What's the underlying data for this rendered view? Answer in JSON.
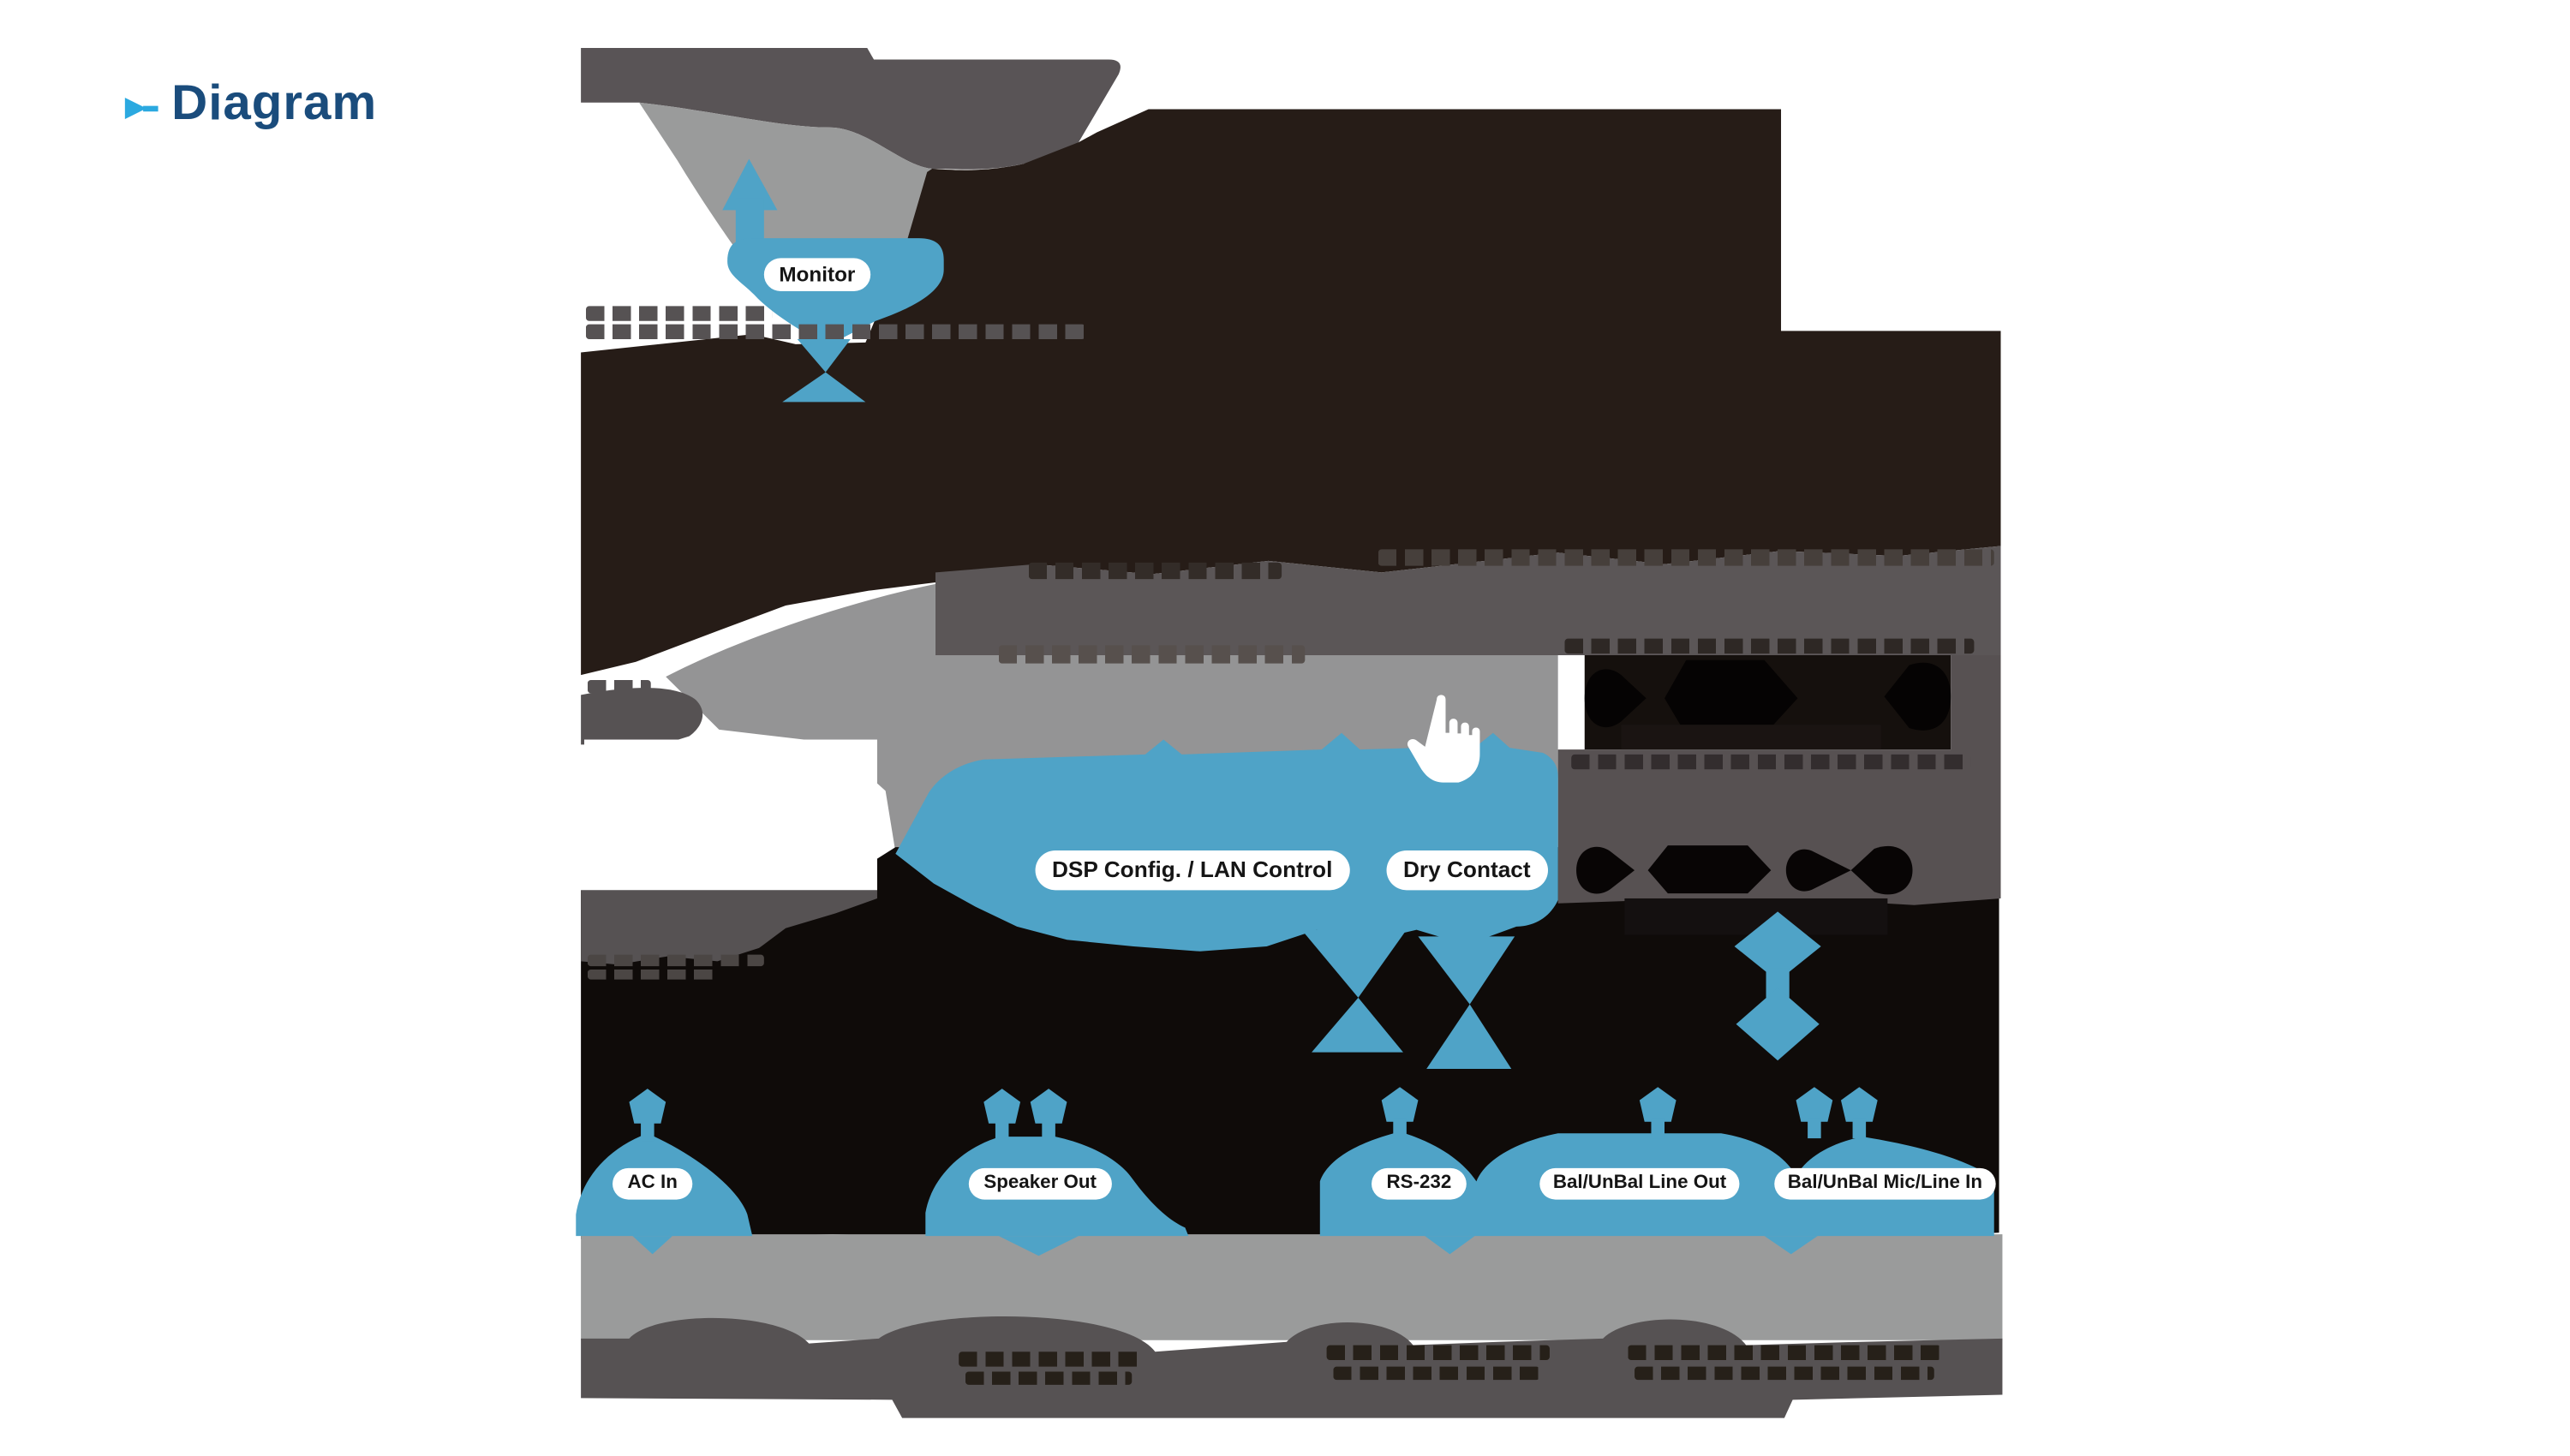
{
  "header": {
    "title": "Diagram"
  },
  "diagram": {
    "labels": {
      "monitor": "Monitor",
      "dsp_lan": "DSP Config. / LAN Control",
      "dry_contact": "Dry Contact",
      "ac_in": "AC In",
      "speaker_out": "Speaker Out",
      "rs232": "RS-232",
      "line_out": "Bal/UnBal Line Out",
      "mic_line_in": "Bal/UnBal Mic/Line In"
    },
    "icons": {
      "cursor": "hand-pointer-icon",
      "bullet": "triangle-bullet-icon"
    },
    "colors": {
      "accent_blue": "#4FA3C7",
      "title_navy": "#1A4C7C",
      "bullet_blue": "#2BA9E0",
      "photo_dark": "#261C17",
      "silhouette_black": "#0F0B09",
      "gray_dark": "#565253",
      "gray_band": "#5B5657",
      "gray_light": "#9A9B9B"
    }
  }
}
